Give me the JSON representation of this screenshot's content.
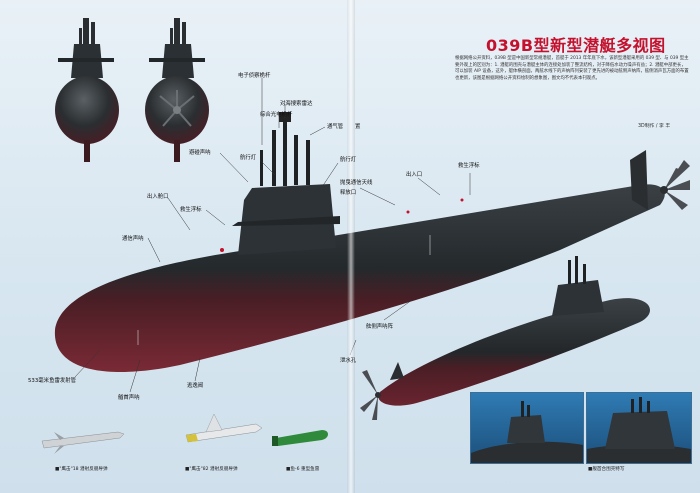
{
  "header": {
    "title": "039B型新型潜艇多视图",
    "intro": "根据网络公开资料，039B 型是中国新型常规潜艇，首艇于 2013 年年底下水，该新型潜艇采用的 039 型、与 039 型主要外观上的区别为：1. 潜艇的围壳与潜艇主体的连接处加装了整流结构，对于降低水动力噪声有益；2. 潜艇中部更长，可以加装 AIP 设备，这外，艇体横剖面，两舷水线下的声纳阵列安装了更先进的被动舷侧声纳阵，舷侧消声瓦方面的布置也更新，该图是根据网络公开资料绘制的想象图，图文均不代表本刊观点。",
    "credit": "3D制作 / 李  丰"
  },
  "labels": {
    "electronic_mast": "电子侦察桅杆",
    "radar": "对海搜索雷达",
    "periscope": "综合光电桅杆",
    "snorkel": "通气管",
    "nav_light_left": "航行灯",
    "nav_light_right": "航行灯",
    "avoid_sonar": "避碰声呐",
    "exit_hatch_left": "出入舱口",
    "rescue_buoy_left": "救生浮标",
    "comm_sonar": "通信声呐",
    "antenna_release": "抛曳通信天线",
    "release_port": "释放口",
    "exit_right": "出入口",
    "rescue_buoy_right": "救生浮标",
    "flank_array": "舷侧声呐阵",
    "torpedo_tubes": "533毫米鱼雷发射管",
    "bow_sonar": "艏首声呐",
    "escape_pod": "逃逸阀",
    "drain": "泄水孔",
    "device_partial": "置"
  },
  "weapons": {
    "yj18": "■\"鹰击\"18 潜射反舰导弹",
    "yj82": "■\"鹰击\"82 潜射反舰导弹",
    "torpedo": "■鱼-6 重型鱼雷"
  },
  "inset_caption": "■舰首合围壳特写",
  "colors": {
    "title_red": "#c4122e",
    "hull_upper": "#2b3034",
    "hull_lower": "#6a2630",
    "background": "#dbe8f1",
    "inset_bg": "#2a6fa6"
  }
}
